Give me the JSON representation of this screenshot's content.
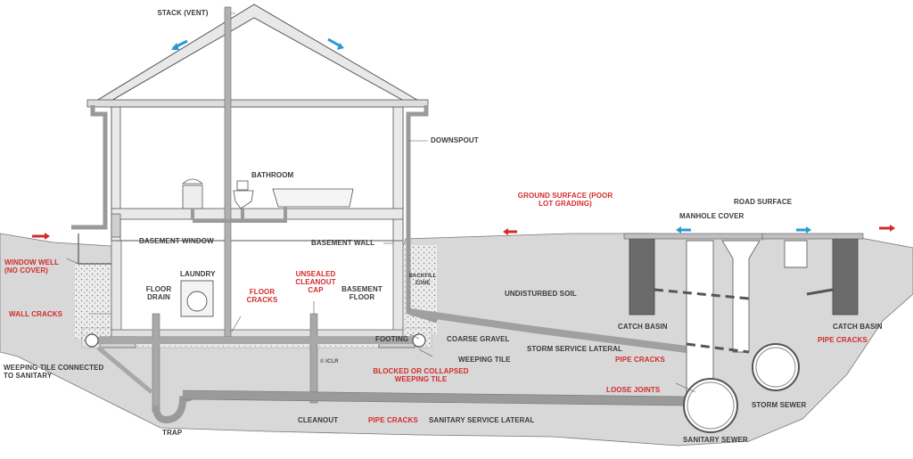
{
  "colors": {
    "ground": "#dcdcdc",
    "soil": "#d6d6d6",
    "pipe": "#a9a9a9",
    "pipe_dark": "#8a8a8a",
    "outline": "#555555",
    "problem_red": "#d32b2b",
    "arrow_red": "#d32b2b",
    "arrow_blue": "#2a9ad6",
    "basin_dark": "#6b6b6b"
  },
  "labels": {
    "stack_vent": "STACK (VENT)",
    "downspout": "DOWNSPOUT",
    "bathroom": "BATHROOM",
    "basement_window": "BASEMENT WINDOW",
    "basement_wall": "BASEMENT WALL",
    "laundry": "LAUNDRY",
    "floor_drain": "FLOOR DRAIN",
    "basement_floor": "BASEMENT FLOOR",
    "backfill_zone": "BACKFILL ZONE",
    "undisturbed_soil": "UNDISTURBED SOIL",
    "footing": "FOOTING",
    "coarse_gravel": "COARSE GRAVEL",
    "weeping_tile": "WEEPING TILE",
    "weeping_tile_connected": "WEEPING TILE CONNECTED TO SANITARY",
    "storm_service_lateral": "STORM SERVICE LATERAL",
    "cleanout": "CLEANOUT",
    "trap": "TRAP",
    "sanitary_service_lateral": "SANITARY SERVICE LATERAL",
    "road_surface": "ROAD SURFACE",
    "manhole_cover": "MANHOLE COVER",
    "catch_basin_left": "CATCH BASIN",
    "catch_basin_right": "CATCH BASIN",
    "storm_sewer": "STORM SEWER",
    "sanitary_sewer": "SANITARY SEWER",
    "logo": "© ICLR"
  },
  "problems": {
    "ground_surface": "GROUND SURFACE (POOR LOT GRADING)",
    "window_well": "WINDOW WELL (NO COVER)",
    "wall_cracks": "WALL CRACKS",
    "floor_cracks": "FLOOR CRACKS",
    "unsealed_cleanout_cap": "UNSEALED CLEANOUT CAP",
    "blocked_weeping_tile": "BLOCKED OR COLLAPSED WEEPING TILE",
    "pipe_cracks_storm_lateral": "PIPE CRACKS",
    "pipe_cracks_storm_sewer": "PIPE CRACKS",
    "pipe_cracks_sanitary": "PIPE CRACKS",
    "loose_joints": "LOOSE JOINTS"
  }
}
